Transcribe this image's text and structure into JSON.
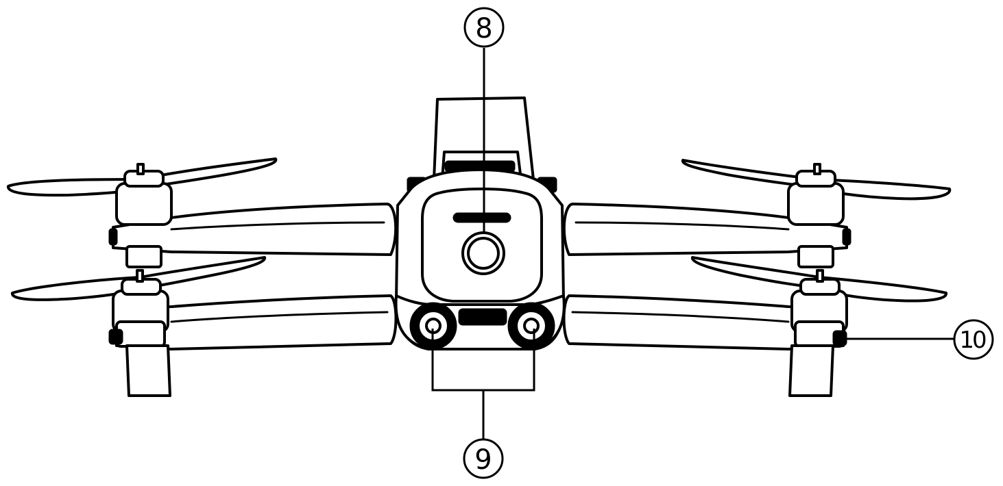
{
  "diagram": {
    "callouts": [
      {
        "id": "8",
        "label": "8",
        "target": "top-camera-lens"
      },
      {
        "id": "9",
        "label": "9",
        "target": "bottom-vision-sensors"
      },
      {
        "id": "10",
        "label": "10",
        "target": "arm-led-indicator"
      }
    ],
    "colors": {
      "line": "#000000",
      "fill": "#ffffff"
    }
  }
}
